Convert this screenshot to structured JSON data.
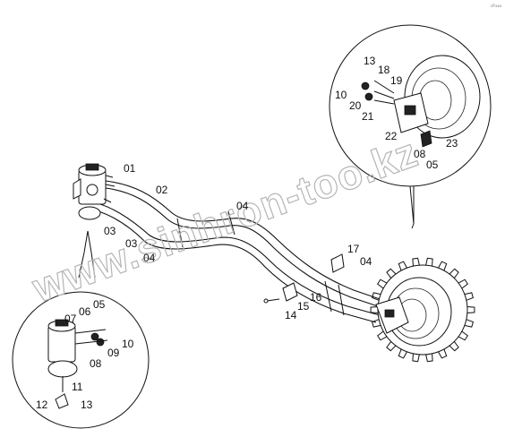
{
  "corner_mark": "cP.xxx",
  "watermark": "www.sinhron-too.kz",
  "main_labels": [
    {
      "id": "01",
      "text": "01"
    },
    {
      "id": "02",
      "text": "02"
    },
    {
      "id": "03a",
      "text": "03"
    },
    {
      "id": "03b",
      "text": "03"
    },
    {
      "id": "04a",
      "text": "04"
    },
    {
      "id": "04b",
      "text": "04"
    },
    {
      "id": "04c",
      "text": "04"
    },
    {
      "id": "14",
      "text": "14"
    },
    {
      "id": "15",
      "text": "15"
    },
    {
      "id": "16",
      "text": "16"
    },
    {
      "id": "17",
      "text": "17"
    }
  ],
  "detail_top_right_labels": [
    {
      "id": "13",
      "text": "13"
    },
    {
      "id": "18",
      "text": "18"
    },
    {
      "id": "19",
      "text": "19"
    },
    {
      "id": "10",
      "text": "10"
    },
    {
      "id": "20",
      "text": "20"
    },
    {
      "id": "21",
      "text": "21"
    },
    {
      "id": "22",
      "text": "22"
    },
    {
      "id": "08",
      "text": "08"
    },
    {
      "id": "05",
      "text": "05"
    },
    {
      "id": "23",
      "text": "23"
    }
  ],
  "detail_bottom_left_labels": [
    {
      "id": "05",
      "text": "05"
    },
    {
      "id": "07",
      "text": "07"
    },
    {
      "id": "06",
      "text": "06"
    },
    {
      "id": "10",
      "text": "10"
    },
    {
      "id": "09",
      "text": "09"
    },
    {
      "id": "08",
      "text": "08"
    },
    {
      "id": "11",
      "text": "11"
    },
    {
      "id": "12",
      "text": "12"
    },
    {
      "id": "13",
      "text": "13"
    }
  ]
}
